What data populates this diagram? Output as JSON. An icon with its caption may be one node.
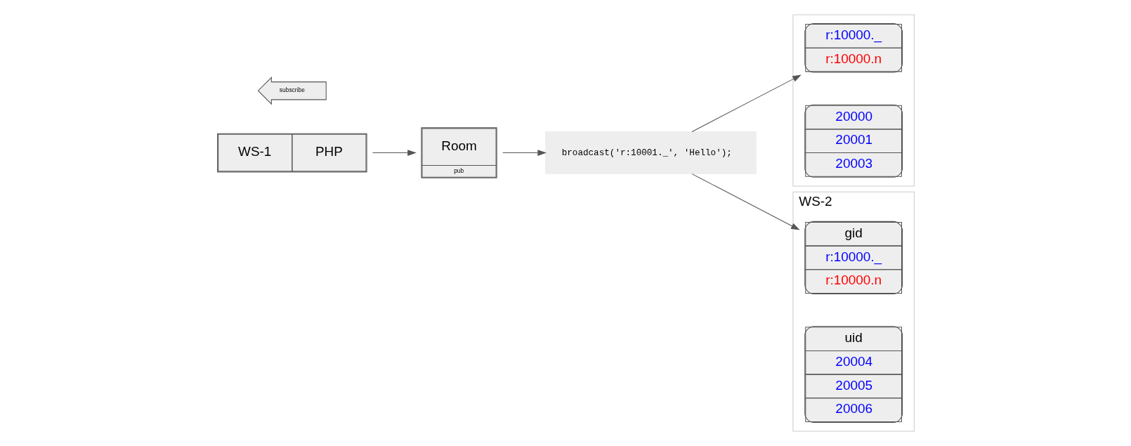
{
  "diagram": {
    "nodes": [
      {
        "text": [
          "WS-1",
          "PHP"
        ]
      },
      {
        "text": [
          "Room",
          "pub"
        ]
      },
      {
        "text": [
          "broadcast('r:10001._', 'Hello');"
        ]
      },
      {
        "text": [
          "subscribe"
        ]
      },
      {
        "text": [],
        "shape": "box"
      },
      {
        "text": [
          "r:10000._",
          "r:10000.n"
        ],
        "in": 4
      },
      {
        "text": [
          "20000",
          "20001",
          "20003"
        ],
        "in": 4
      },
      {
        "text": [
          "WS-2"
        ]
      },
      {
        "text": [
          "gid",
          "r:10000._",
          "r:10000.n"
        ],
        "in": 7
      },
      {
        "text": [
          "uid",
          "20004",
          "20005",
          "20006"
        ],
        "in": 7
      }
    ],
    "edges": [
      {
        "from": 0,
        "to": 1,
        "arrow": "to"
      },
      {
        "from": 1,
        "to": 2,
        "arrow": "to"
      },
      {
        "from": 2,
        "to": 5,
        "arrow": "to"
      },
      {
        "from": 2,
        "to": 8,
        "arrow": "to"
      }
    ]
  }
}
